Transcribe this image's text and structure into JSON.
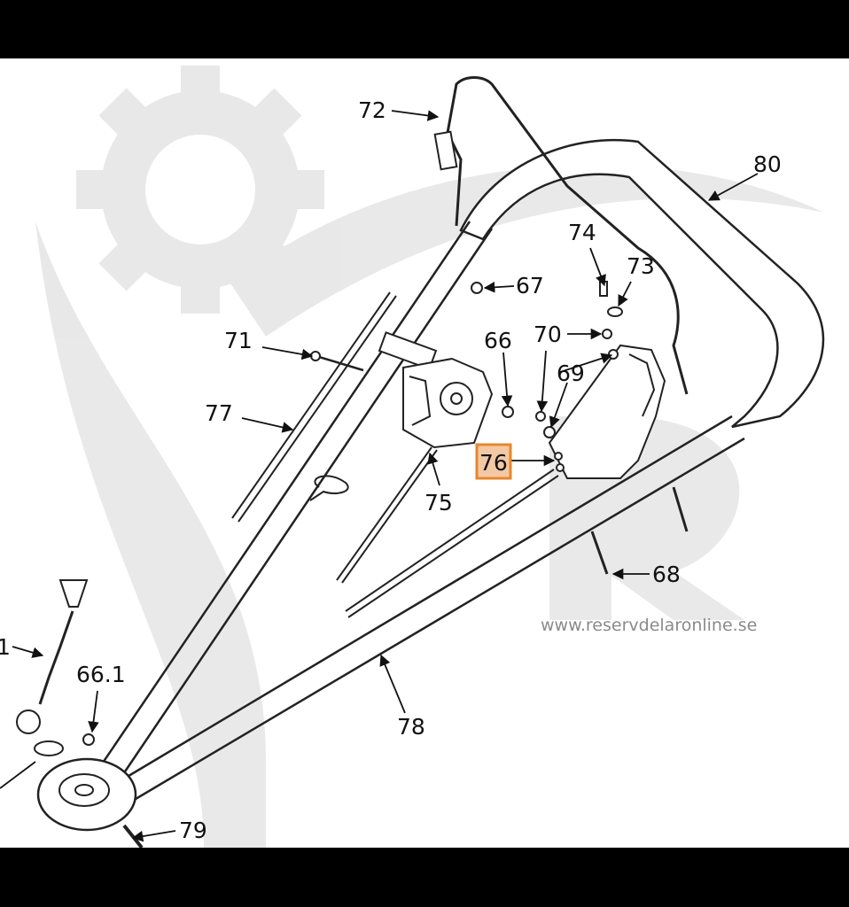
{
  "watermark": {
    "text": "www.reservdelaronline.se"
  },
  "highlight_color": "#e8862c",
  "callouts": {
    "c72": "72",
    "c80": "80",
    "c74": "74",
    "c73": "73",
    "c67": "67",
    "c71": "71",
    "c66": "66",
    "c70": "70",
    "c69": "69",
    "c77": "77",
    "c76": "76",
    "c75": "75",
    "c68": "68",
    "c1": "1",
    "c66_1": "66.1",
    "c78": "78",
    "c79": "79"
  }
}
